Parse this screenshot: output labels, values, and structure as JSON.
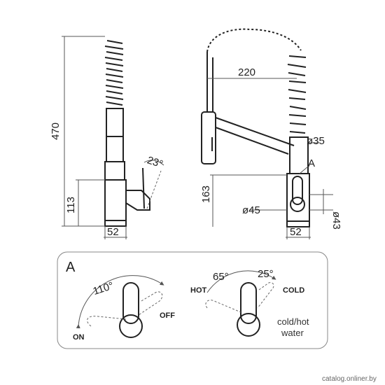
{
  "side_view": {
    "height_total": "470",
    "height_lever": "113",
    "base_width": "52",
    "lever_angle": "23°"
  },
  "front_view": {
    "reach": "220",
    "spout_diameter": "ø35",
    "detail_marker": "A",
    "height_lever": "163",
    "body_diameter": "ø45",
    "base_diameter": "ø43",
    "base_width": "52"
  },
  "detail": {
    "letter": "A",
    "left_angle": "110°",
    "on_label": "ON",
    "off_label": "OFF",
    "right_angle_hot": "65°",
    "right_angle_cold": "25°",
    "hot_label": "HOT",
    "cold_label": "COLD",
    "caption_line1": "cold/hot",
    "caption_line2": "water"
  },
  "watermark": "catalog.onliner.by"
}
